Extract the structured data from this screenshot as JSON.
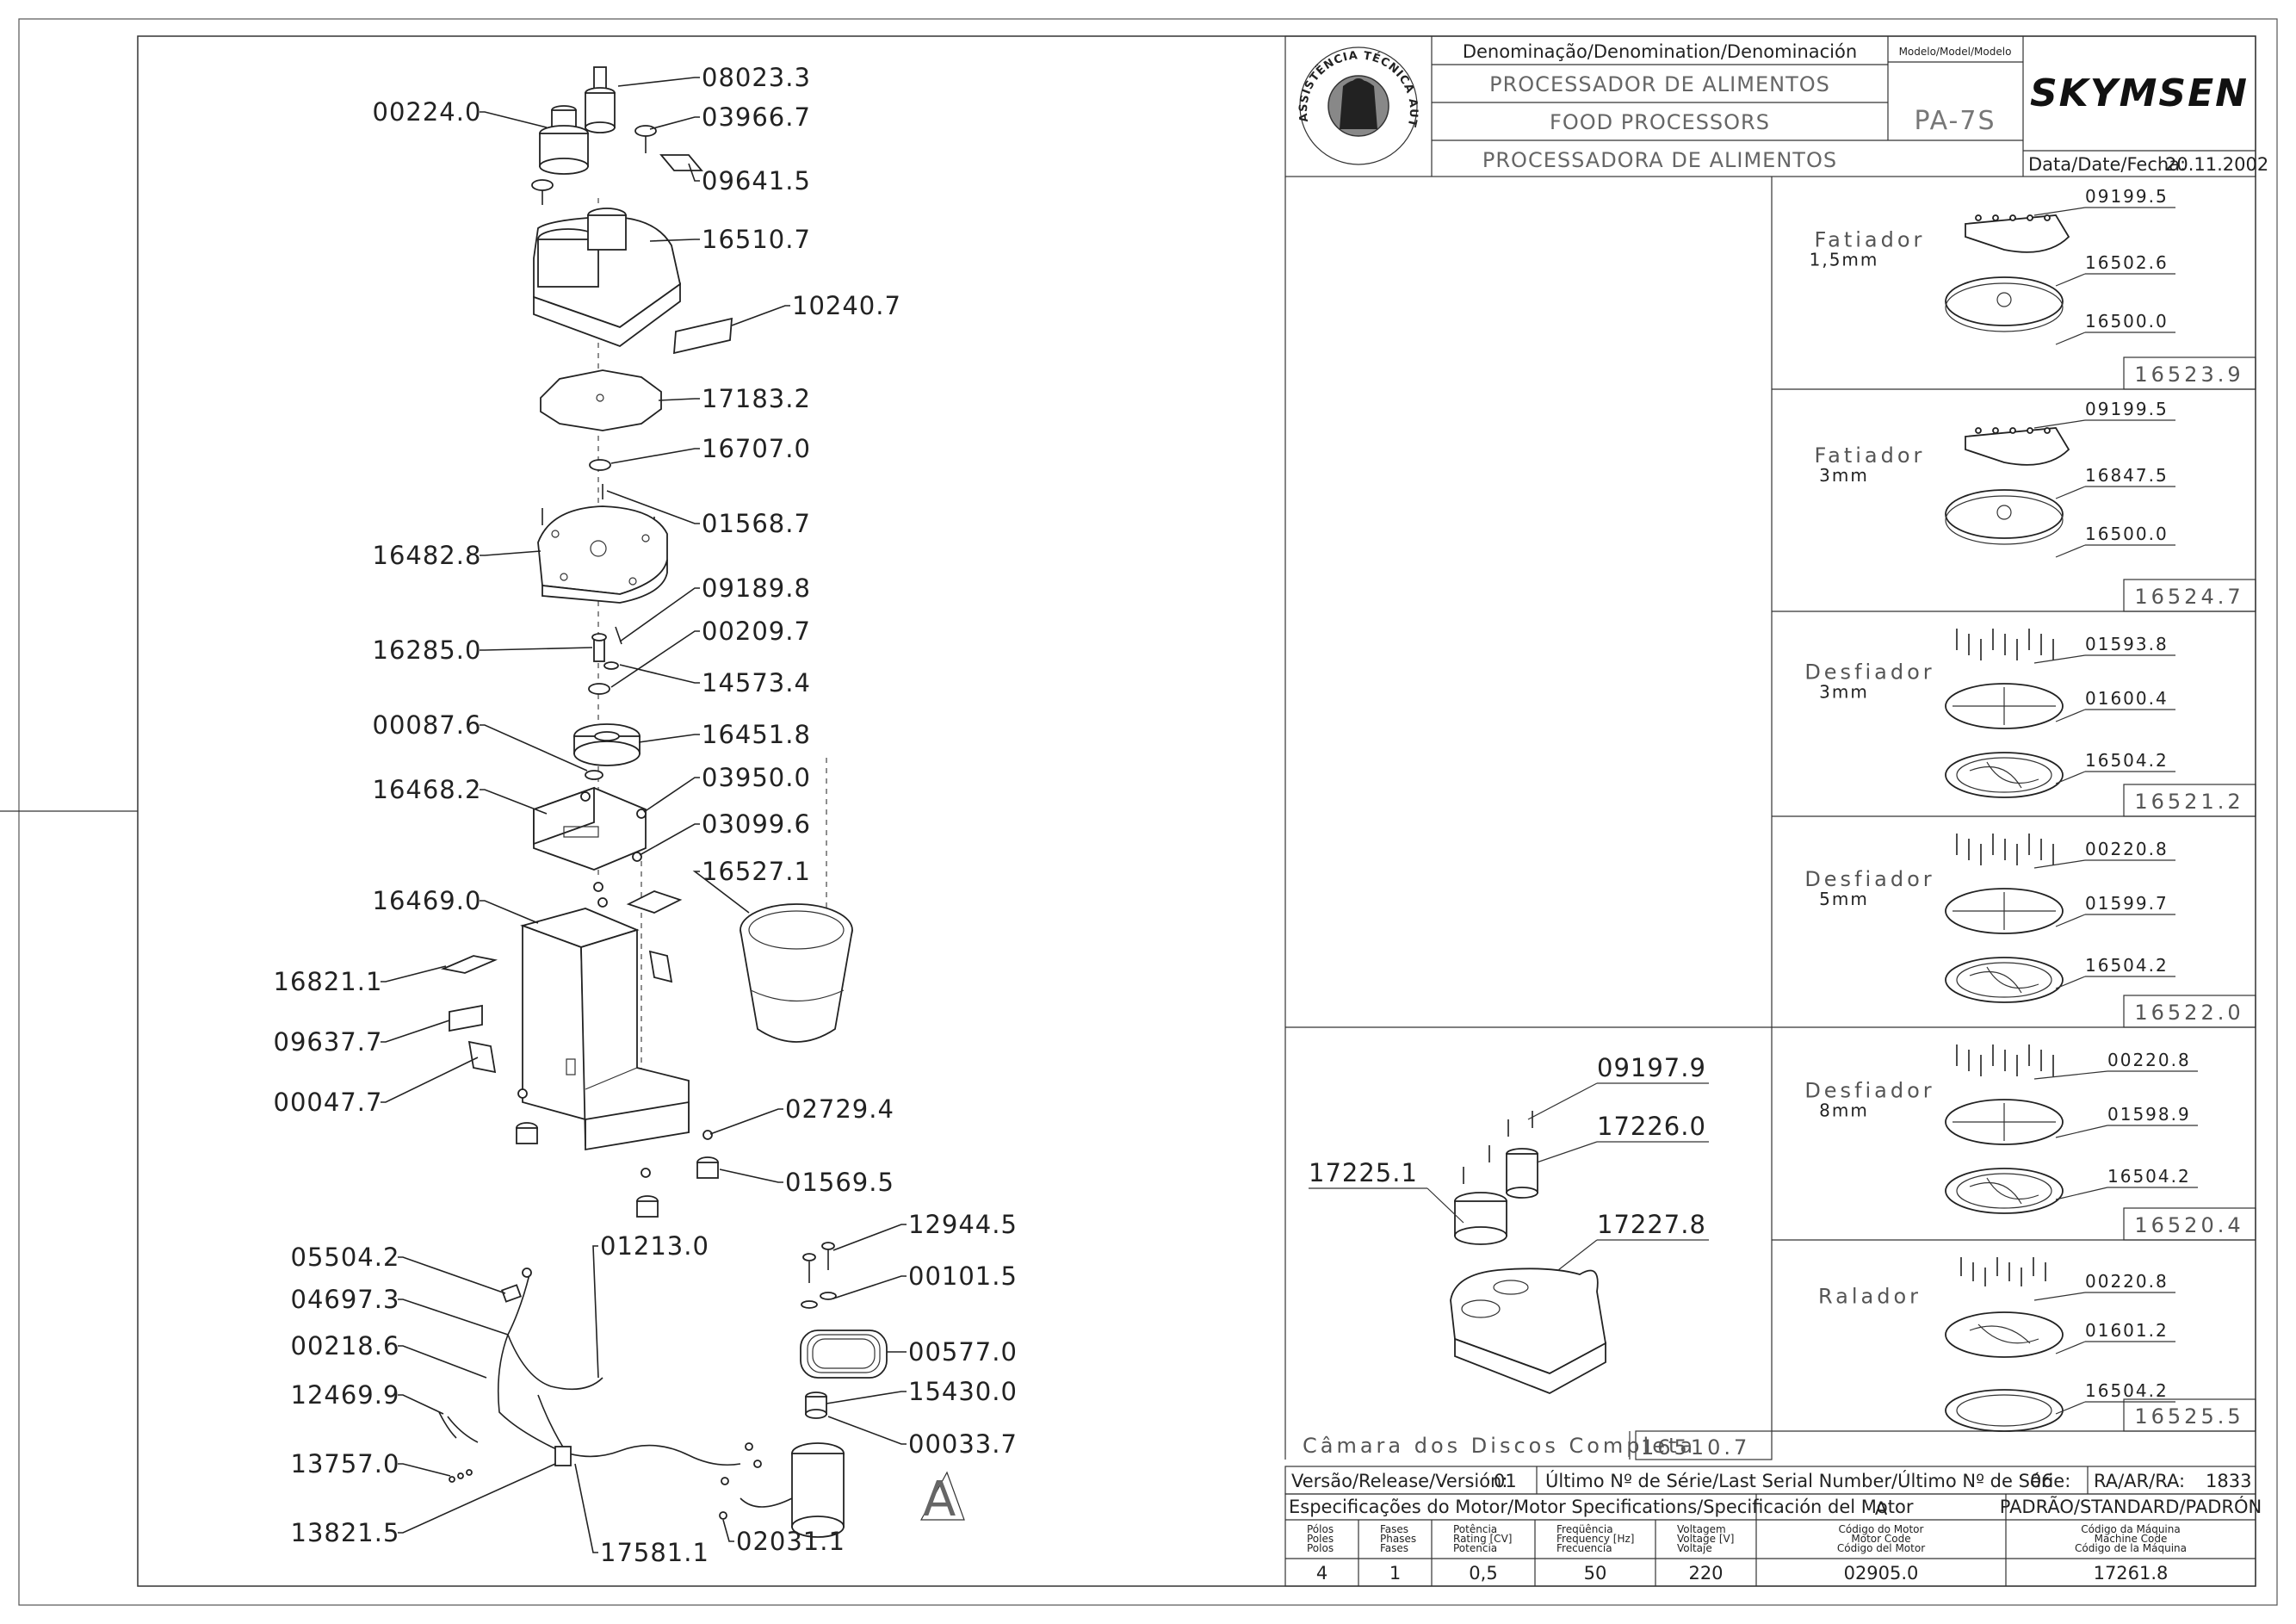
{
  "title_block": {
    "denomination_header": "Denominação/Denomination/Denominación",
    "names": [
      "PROCESSADOR DE ALIMENTOS",
      "FOOD PROCESSORS",
      "PROCESSADORA DE ALIMENTOS"
    ],
    "model_header": "Modelo/Model/Modelo",
    "model": "PA-7S",
    "brand": "SKYMSEN",
    "date_label": "Data/Date/Fecha:",
    "date": "20.11.2002",
    "seal_text": "ASSISTÊNCIA TÉCNICA AUTORIZADA"
  },
  "parts": [
    {
      "code": "08023.3"
    },
    {
      "code": "00224.0"
    },
    {
      "code": "03966.7"
    },
    {
      "code": "09641.5"
    },
    {
      "code": "16510.7"
    },
    {
      "code": "10240.7"
    },
    {
      "code": "17183.2"
    },
    {
      "code": "16707.0"
    },
    {
      "code": "01568.7"
    },
    {
      "code": "16482.8"
    },
    {
      "code": "09189.8"
    },
    {
      "code": "00209.7"
    },
    {
      "code": "16285.0"
    },
    {
      "code": "14573.4"
    },
    {
      "code": "00087.6"
    },
    {
      "code": "16451.8"
    },
    {
      "code": "03950.0"
    },
    {
      "code": "16468.2"
    },
    {
      "code": "03099.6"
    },
    {
      "code": "16527.1"
    },
    {
      "code": "16469.0"
    },
    {
      "code": "16821.1"
    },
    {
      "code": "09637.7"
    },
    {
      "code": "00047.7"
    },
    {
      "code": "02729.4"
    },
    {
      "code": "01569.5"
    },
    {
      "code": "12944.5"
    },
    {
      "code": "05504.2"
    },
    {
      "code": "01213.0"
    },
    {
      "code": "00101.5"
    },
    {
      "code": "04697.3"
    },
    {
      "code": "00218.6"
    },
    {
      "code": "00577.0"
    },
    {
      "code": "12469.9"
    },
    {
      "code": "15430.0"
    },
    {
      "code": "00033.7"
    },
    {
      "code": "13757.0"
    },
    {
      "code": "13821.5"
    },
    {
      "code": "17581.1"
    },
    {
      "code": "02031.1"
    }
  ],
  "motor_marker": "A",
  "chamber": {
    "label": "Câmara dos Discos Completa",
    "code": "16510.7",
    "parts": [
      "09197.9",
      "17226.0",
      "17225.1",
      "17227.8"
    ]
  },
  "discs": [
    {
      "name": "Fatiador",
      "size": "1,5mm",
      "parts": [
        "09199.5",
        "16502.6",
        "16500.0"
      ],
      "code": "16523.9"
    },
    {
      "name": "Fatiador",
      "size": "3mm",
      "parts": [
        "09199.5",
        "16847.5",
        "16500.0"
      ],
      "code": "16524.7"
    },
    {
      "name": "Desfiador",
      "size": "3mm",
      "parts": [
        "01593.8",
        "01600.4",
        "16504.2"
      ],
      "code": "16521.2"
    },
    {
      "name": "Desfiador",
      "size": "5mm",
      "parts": [
        "00220.8",
        "01599.7",
        "16504.2"
      ],
      "code": "16522.0"
    },
    {
      "name": "Desfiador",
      "size": "8mm",
      "parts": [
        "00220.8",
        "01598.9",
        "16504.2"
      ],
      "code": "16520.4"
    },
    {
      "name": "Ralador",
      "size": "",
      "parts": [
        "00220.8",
        "01601.2",
        "16504.2"
      ],
      "code": "16525.5"
    }
  ],
  "release": {
    "version_label": "Versão/Release/Versión:",
    "version": "01",
    "serial_label": "Último Nº de Série/Last Serial Number/Último Nº de Série:",
    "serial": "06",
    "ra_label": "RA/AR/RA:",
    "ra": "1833"
  },
  "motor_spec": {
    "header": "Especificações do Motor/Motor Specifications/Specificación del Motor",
    "marker": "A",
    "standard": "PADRÃO/STANDARD/PADRÓN",
    "columns": [
      {
        "label": [
          "Pólos",
          "Poles",
          "Polos"
        ],
        "value": "4"
      },
      {
        "label": [
          "Fases",
          "Phases",
          "Fases"
        ],
        "value": "1"
      },
      {
        "label": [
          "Potência",
          "Rating [CV]",
          "Potencia"
        ],
        "value": "0,5"
      },
      {
        "label": [
          "Freqüência",
          "Frequency [Hz]",
          "Frecuencia"
        ],
        "value": "50"
      },
      {
        "label": [
          "Voltagem",
          "Voltage [V]",
          "Voltaje"
        ],
        "value": "220"
      },
      {
        "label": [
          "Código do Motor",
          "Motor Code",
          "Código del Motor"
        ],
        "value": "02905.0"
      },
      {
        "label": [
          "Código da Máquina",
          "Machine Code",
          "Código de la Máquina"
        ],
        "value": "17261.8"
      }
    ]
  }
}
